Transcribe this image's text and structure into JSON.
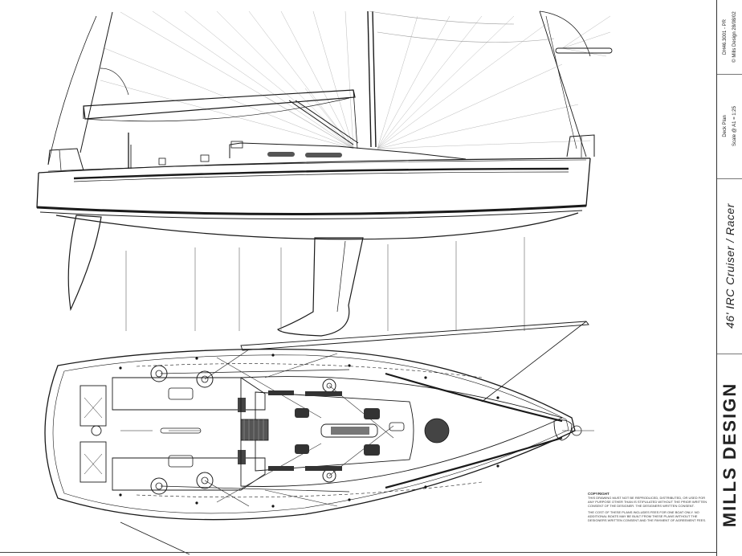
{
  "drawing": {
    "title": "46' IRC Cruiser / Racer",
    "brand": "MILLS DESIGN",
    "sheet_name": "Deck Plan",
    "scale": "Scale @ A1 = 1:25",
    "drawing_no": "DH46.3001 - PR",
    "copyright_line": "© Mills Design 28/08/02"
  },
  "copyright": {
    "heading": "COPYRIGHT",
    "para1": "THIS DRAWING MUST NOT BE REPRODUCED, DISTRIBUTED, OR USED FOR ANY PURPOSE OTHER THAN IS STIPULATED WITHOUT THE PRIOR WRITTEN CONSENT OF THE DESIGNER. THE DESIGNERS WRITTEN CONSENT.",
    "para2": "THE COST OF THESE PLANS INCLUDES FEES FOR ONE BOAT ONLY. NO ADDITIONAL BOATS MAY BE BUILT FROM THESE PLANS WITHOUT THE DESIGNERS WRITTEN CONSENT AND THE PAYMENT OF AGREEMENT FEES."
  },
  "colors": {
    "line": "#1a1a1a",
    "light": "#8a8a8a",
    "paper": "#ffffff"
  }
}
